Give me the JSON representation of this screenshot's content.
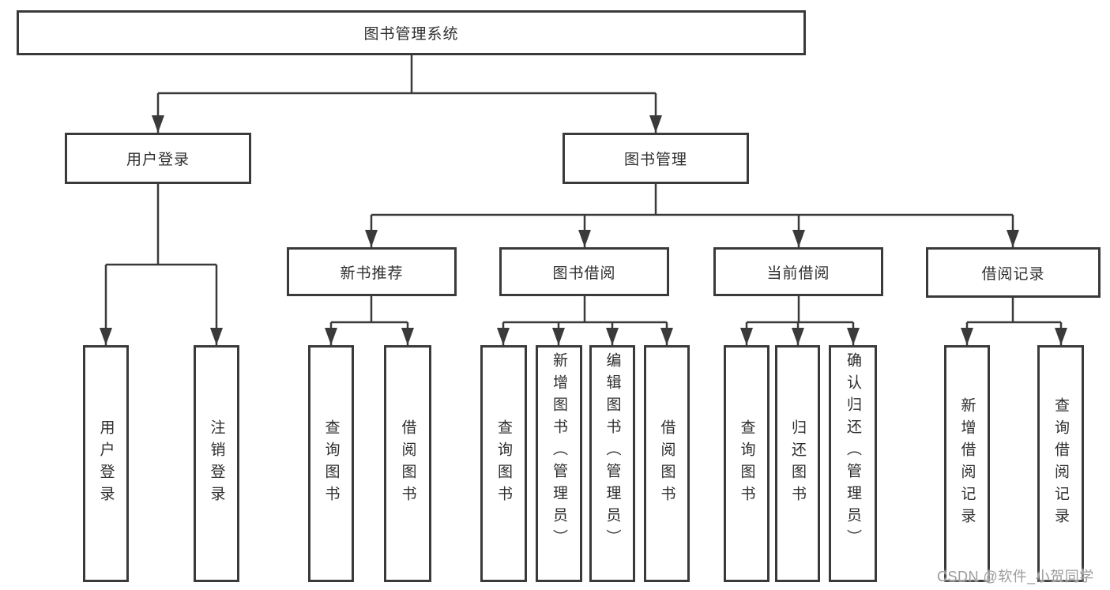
{
  "diagram": {
    "title": "图书管理系统",
    "nodes": {
      "root": "图书管理系统",
      "user_login": "用户登录",
      "book_mgmt": "图书管理",
      "new_book_rec": "新书推荐",
      "book_borrow": "图书借阅",
      "current_borrow": "当前借阅",
      "borrow_records": "借阅记录",
      "leaf_user_login": "用户登录",
      "leaf_logout": "注销登录",
      "leaf_nb_query": "查询图书",
      "leaf_nb_borrow": "借阅图书",
      "leaf_bb_query": "查询图书",
      "leaf_bb_add": "新增图书（管理员）",
      "leaf_bb_edit": "编辑图书（管理员）",
      "leaf_bb_borrow": "借阅图书",
      "leaf_cb_query": "查询图书",
      "leaf_cb_return": "归还图书",
      "leaf_cb_confirm": "确认归还（管理员）",
      "leaf_br_add": "新增借阅记录",
      "leaf_br_query": "查询借阅记录"
    },
    "colors": {
      "line": "#3a3a3a",
      "text": "#2e2e2e",
      "background": "#ffffff",
      "watermark": "#9c9c9c"
    }
  },
  "watermark": {
    "text": "CSDN @软件_小贺同学"
  }
}
